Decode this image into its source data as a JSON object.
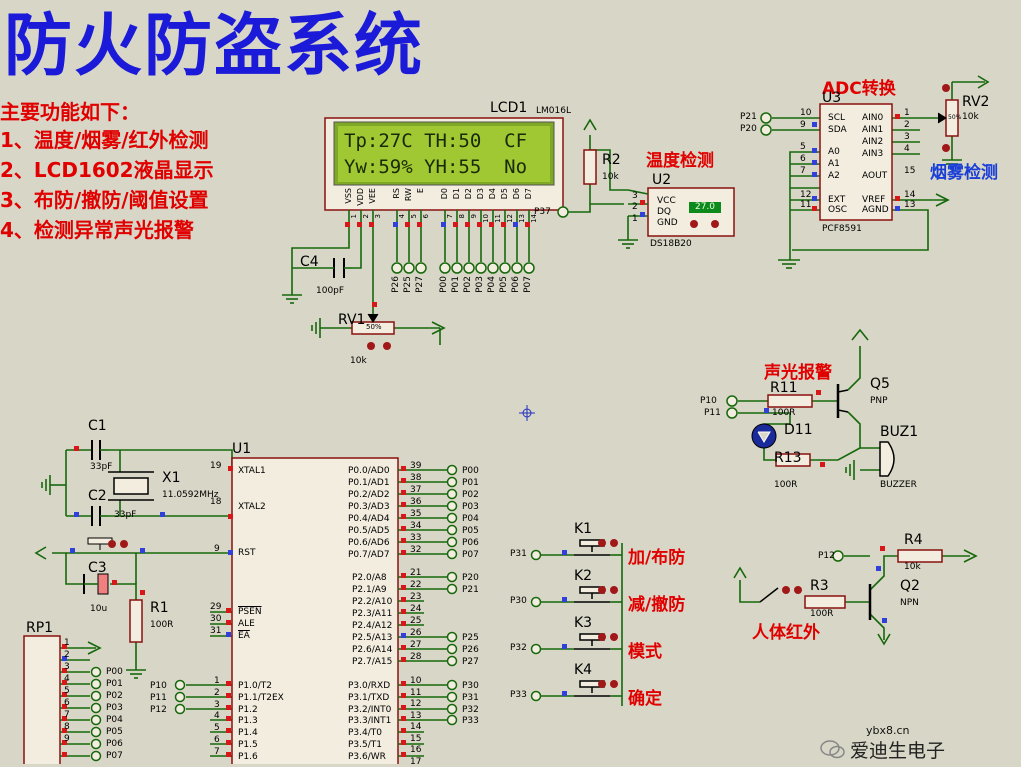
{
  "title": "防火防盗系统",
  "features": {
    "heading": "主要功能如下：",
    "items": [
      "1、温度/烟雾/红外检测",
      "2、LCD1602液晶显示",
      "3、布防/撤防/阈值设置",
      "4、检测异常声光报警"
    ]
  },
  "lcd": {
    "ref": "LCD1",
    "model": "LM016L",
    "line1": "Tp:27C TH:50  CF",
    "line2": "Yw:59% YH:55  No",
    "pins": [
      "VSS",
      "VDD",
      "VEE",
      "RS",
      "RW",
      "E",
      "D0",
      "D1",
      "D2",
      "D3",
      "D4",
      "D5",
      "D6",
      "D7"
    ],
    "pin_nums": [
      "1",
      "2",
      "3",
      "4",
      "5",
      "6",
      "7",
      "8",
      "9",
      "10",
      "11",
      "12",
      "13",
      "14"
    ],
    "bottom_nets": [
      "P26",
      "P25",
      "P27",
      "P00",
      "P01",
      "P02",
      "P03",
      "P04",
      "P05",
      "P06",
      "P07"
    ]
  },
  "c4": {
    "ref": "C4",
    "value": "100pF"
  },
  "rv1": {
    "ref": "RV1",
    "value": "10k",
    "pct": "50%"
  },
  "r2": {
    "ref": "R2",
    "value": "10k"
  },
  "p37": "P37",
  "temp": {
    "label": "温度检测",
    "ref": "U2",
    "model": "DS18B20",
    "reading": "27.0",
    "pins": [
      "VCC",
      "DQ",
      "GND"
    ],
    "pin_nums": [
      "3",
      "2",
      "1"
    ]
  },
  "adc": {
    "label": "ADC转换",
    "ref": "U3",
    "model": "PCF8591",
    "left_pins": [
      "SCL",
      "SDA",
      "A0",
      "A1",
      "A2",
      "EXT",
      "OSC"
    ],
    "left_nums": [
      "10",
      "9",
      "5",
      "6",
      "7",
      "12",
      "11"
    ],
    "right_pins": [
      "AIN0",
      "AIN1",
      "AIN2",
      "AIN3",
      "AOUT",
      "VREF",
      "AGND"
    ],
    "right_nums": [
      "1",
      "2",
      "3",
      "4",
      "15",
      "14",
      "13"
    ],
    "nets": [
      "P21",
      "P20"
    ]
  },
  "rv2": {
    "ref": "RV2",
    "value": "10k",
    "label": "烟雾检测",
    "pct": "50%"
  },
  "alarm": {
    "label": "声光报警",
    "r11": "R11",
    "r11_value": "100R",
    "q5": "Q5",
    "q5_type": "PNP",
    "d11": "D11",
    "r13": "R13",
    "r13_value": "100R",
    "buz": "BUZ1",
    "buz_type": "BUZZER",
    "nets": [
      "P10",
      "P11"
    ]
  },
  "mcu": {
    "ref": "U1",
    "xtal1": "XTAL1",
    "xtal2": "XTAL2",
    "rst": "RST",
    "psen": "PSEN",
    "ale": "ALE",
    "ea": "EA",
    "pin19": "19",
    "pin18": "18",
    "pin9": "9",
    "pin29": "29",
    "pin30": "30",
    "pin31": "31",
    "p0": [
      "P0.0/AD0",
      "P0.1/AD1",
      "P0.2/AD2",
      "P0.3/AD3",
      "P0.4/AD4",
      "P0.5/AD5",
      "P0.6/AD6",
      "P0.7/AD7"
    ],
    "p0nums": [
      "39",
      "38",
      "37",
      "36",
      "35",
      "34",
      "33",
      "32"
    ],
    "p0nets": [
      "P00",
      "P01",
      "P02",
      "P03",
      "P04",
      "P05",
      "P06",
      "P07"
    ],
    "p2": [
      "P2.0/A8",
      "P2.1/A9",
      "P2.2/A10",
      "P2.3/A11",
      "P2.4/A12",
      "P2.5/A13",
      "P2.6/A14",
      "P2.7/A15"
    ],
    "p2nums": [
      "21",
      "22",
      "23",
      "24",
      "25",
      "26",
      "27",
      "28"
    ],
    "p2nets": [
      "P20",
      "P21",
      "",
      "",
      "",
      "P25",
      "P26",
      "P27"
    ],
    "p3": [
      "P3.0/RXD",
      "P3.1/TXD",
      "P3.2/INT0",
      "P3.3/INT1",
      "P3.4/T0",
      "P3.5/T1",
      "P3.6/WR"
    ],
    "p3nums": [
      "10",
      "11",
      "12",
      "13",
      "14",
      "15",
      "16",
      "17"
    ],
    "p3nets": [
      "P30",
      "P31",
      "P32",
      "P33"
    ],
    "p1": [
      "P1.0/T2",
      "P1.1/T2EX",
      "P1.2",
      "P1.3",
      "P1.4",
      "P1.5",
      "P1.6"
    ],
    "p1nums": [
      "1",
      "2",
      "3",
      "4",
      "5",
      "6",
      "7"
    ],
    "p1nets": [
      "P10",
      "P11",
      "P12"
    ]
  },
  "osc": {
    "c1": "C1",
    "c1v": "33pF",
    "c2": "C2",
    "c2v": "33pF",
    "x1": "X1",
    "x1v": "11.0592MHz",
    "c3": "C3",
    "c3v": "10u",
    "r1": "R1",
    "r1v": "100R"
  },
  "rp1": {
    "ref": "RP1",
    "nums": [
      "1",
      "2",
      "3",
      "4",
      "5",
      "6",
      "7",
      "8",
      "9"
    ],
    "nets": [
      "P00",
      "P01",
      "P02",
      "P03",
      "P04",
      "P05",
      "P06",
      "P07"
    ]
  },
  "keys": [
    {
      "ref": "K1",
      "net": "P31",
      "label": "加/布防"
    },
    {
      "ref": "K2",
      "net": "P30",
      "label": "减/撤防"
    },
    {
      "ref": "K3",
      "net": "P32",
      "label": "模式"
    },
    {
      "ref": "K4",
      "net": "P33",
      "label": "确定"
    }
  ],
  "ir": {
    "label": "人体红外",
    "r3": "R3",
    "r3v": "100R",
    "q2": "Q2",
    "q2_type": "NPN",
    "r4": "R4",
    "r4v": "10k",
    "net": "P12"
  },
  "watermark": {
    "site": "ybx8.cn",
    "name": "爱迪生电子"
  }
}
